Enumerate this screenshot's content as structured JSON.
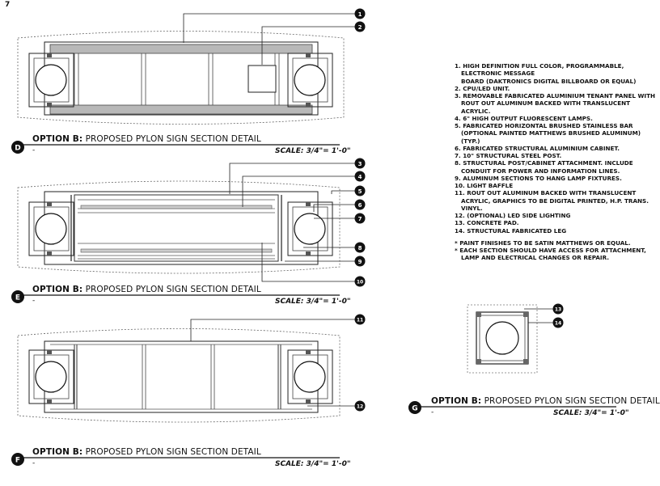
{
  "sheet_number": "7",
  "details": [
    {
      "letter": "D",
      "title_prefix": "OPTION B:",
      "title_rest": " PROPOSED PYLON SIGN SECTION DETAIL",
      "dash": "-",
      "scale": "SCALE: 3/4\"= 1'-0\""
    },
    {
      "letter": "E",
      "title_prefix": "OPTION B:",
      "title_rest": " PROPOSED PYLON SIGN SECTION DETAIL",
      "dash": "-",
      "scale": "SCALE: 3/4\"= 1'-0\""
    },
    {
      "letter": "F",
      "title_prefix": "OPTION B:",
      "title_rest": " PROPOSED PYLON SIGN SECTION DETAIL",
      "dash": "-",
      "scale": "SCALE: 3/4\"= 1'-0\""
    },
    {
      "letter": "G",
      "title_prefix": "OPTION B:",
      "title_rest": " PROPOSED PYLON SIGN SECTION DETAIL",
      "dash": "-",
      "scale": "SCALE: 3/4\"= 1'-0\""
    }
  ],
  "callouts": [
    "1",
    "2",
    "3",
    "4",
    "5",
    "6",
    "7",
    "8",
    "9",
    "10",
    "11",
    "12",
    "13",
    "14"
  ],
  "notes": {
    "n1a": "1. HIGH DEFINITION FULL COLOR, PROGRAMMABLE,",
    "n1b": "ELECTRONIC MESSAGE",
    "n1c": "BOARD (DAKTRONICS DIGITAL BILLBOARD OR EQUAL)",
    "n2": "2.  CPU/LED UNIT.",
    "n3a": "3. REMOVABLE FABRICATED ALUMINIUM TENANT PANEL WITH",
    "n3b": "ROUT OUT ALUMINUM BACKED WITH TRANSLUCENT",
    "n3c": "ACRYLIC.",
    "n4": "4. 6\" HIGH OUTPUT FLUORESCENT LAMPS.",
    "n5a": "5. FABRICATED HORIZONTAL BRUSHED STAINLESS BAR",
    "n5b": "(OPTIONAL PAINTED MATTHEWS BRUSHED ALUMINUM)",
    "n5c": "(TYP.)",
    "n6": "6. FABRICATED STRUCTURAL ALUMINIUM CABINET.",
    "n7": "7. 10\" STRUCTURAL STEEL POST.",
    "n8a": "8. STRUCTURAL POST/CABINET ATTACHMENT. INCLUDE",
    "n8b": "CONDUIT FOR POWER AND INFORMATION LINES.",
    "n9": "9. ALUMINUM SECTIONS TO HANG LAMP FIXTURES.",
    "n10": "10. LIGHT BAFFLE",
    "n11a": "11. ROUT OUT ALUMINUM BACKED WITH TRANSLUCENT",
    "n11b": "ACRYLIC, GRAPHICS TO BE DIGITAL PRINTED, H.P. TRANS.",
    "n11c": "VINYL.",
    "n12": "12. (OPTIONAL) LED SIDE LIGHTING",
    "n13": "13. CONCRETE PAD.",
    "n14": "14. STRUCTURAL FABRICATED LEG",
    "f1": "* PAINT FINISHES TO BE SATIN MATTHEWS OR EQUAL.",
    "f2a": "* EACH SECTION SHOULD HAVE ACCESS FOR ATTACHMENT,",
    "f2b": "LAMP AND ELECTRICAL CHANGES OR REPAIR."
  }
}
